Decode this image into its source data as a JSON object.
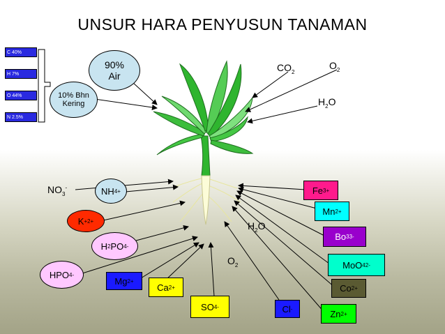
{
  "title": "UNSUR HARA PENYUSUN TANAMAN",
  "top": {
    "air_pct": "90%",
    "air_label": "Air",
    "dry_matter": "10% Bhn Kering",
    "co2": {
      "base": "CO",
      "sub": "2"
    },
    "o2": {
      "base": "O",
      "sub": "2"
    },
    "h2o": {
      "base": "H",
      "sub": "2",
      "tail": "O"
    }
  },
  "elements_small": [
    "C 40%",
    "H 7%",
    "O 44%",
    "N 2.5%"
  ],
  "left_nutrients": {
    "no3": {
      "base": "NO",
      "sub": "3",
      "sup": "-"
    },
    "nh4": {
      "base": "NH",
      "sub": "4",
      "sup": "+"
    },
    "k": {
      "base": "K",
      "sup": "+",
      "sub": "2+"
    },
    "h2po4": {
      "a": "H",
      "s1": "2",
      "b": "PO",
      "s2": "4",
      "sup": "-"
    },
    "hpo4": {
      "base": "HPO",
      "sub": "4",
      "sup": "-"
    }
  },
  "bottom_nutrients": {
    "mg": {
      "base": "Mg",
      "sup": "2+"
    },
    "ca": {
      "base": "Ca",
      "sup": "2+"
    },
    "so4": {
      "base": "SO",
      "sub": "4",
      "sup": "-"
    },
    "cl": {
      "base": "Cl",
      "sup": "-"
    },
    "h2o": {
      "base": "H",
      "sub": "2",
      "tail": "O"
    },
    "o2": {
      "base": "O",
      "sub": "2"
    }
  },
  "right_nutrients": {
    "fe": {
      "base": "Fe",
      "sup": "3+"
    },
    "mn": {
      "base": "Mn",
      "sup": "2+"
    },
    "bo": {
      "base": "Bo",
      "sub": "3",
      "sup": "3-"
    },
    "moo": {
      "base": "MoO",
      "sub": "4",
      "sup": "2-"
    },
    "co": {
      "base": "Co",
      "sup": "2+"
    },
    "zn": {
      "base": "Zn",
      "sup": "2+"
    }
  },
  "colors": {
    "ellipse_fill": "#c8e4f0",
    "k_fill": "#ff2a00",
    "h2po4_fill": "#ffc8ff",
    "mg_fill": "#1a1aff",
    "ca_fill": "#ffff00",
    "so4_fill": "#ffff00",
    "cl_fill": "#1a1aff",
    "fe_fill": "#ff1a8c",
    "mn_fill": "#00ffff",
    "bo_fill": "#9900cc",
    "moo_fill": "#00ffcc",
    "co_fill": "#5a5a32",
    "zn_fill": "#00ff00",
    "leaf": "#2fb52f",
    "leaf_light": "#7ee07e"
  }
}
